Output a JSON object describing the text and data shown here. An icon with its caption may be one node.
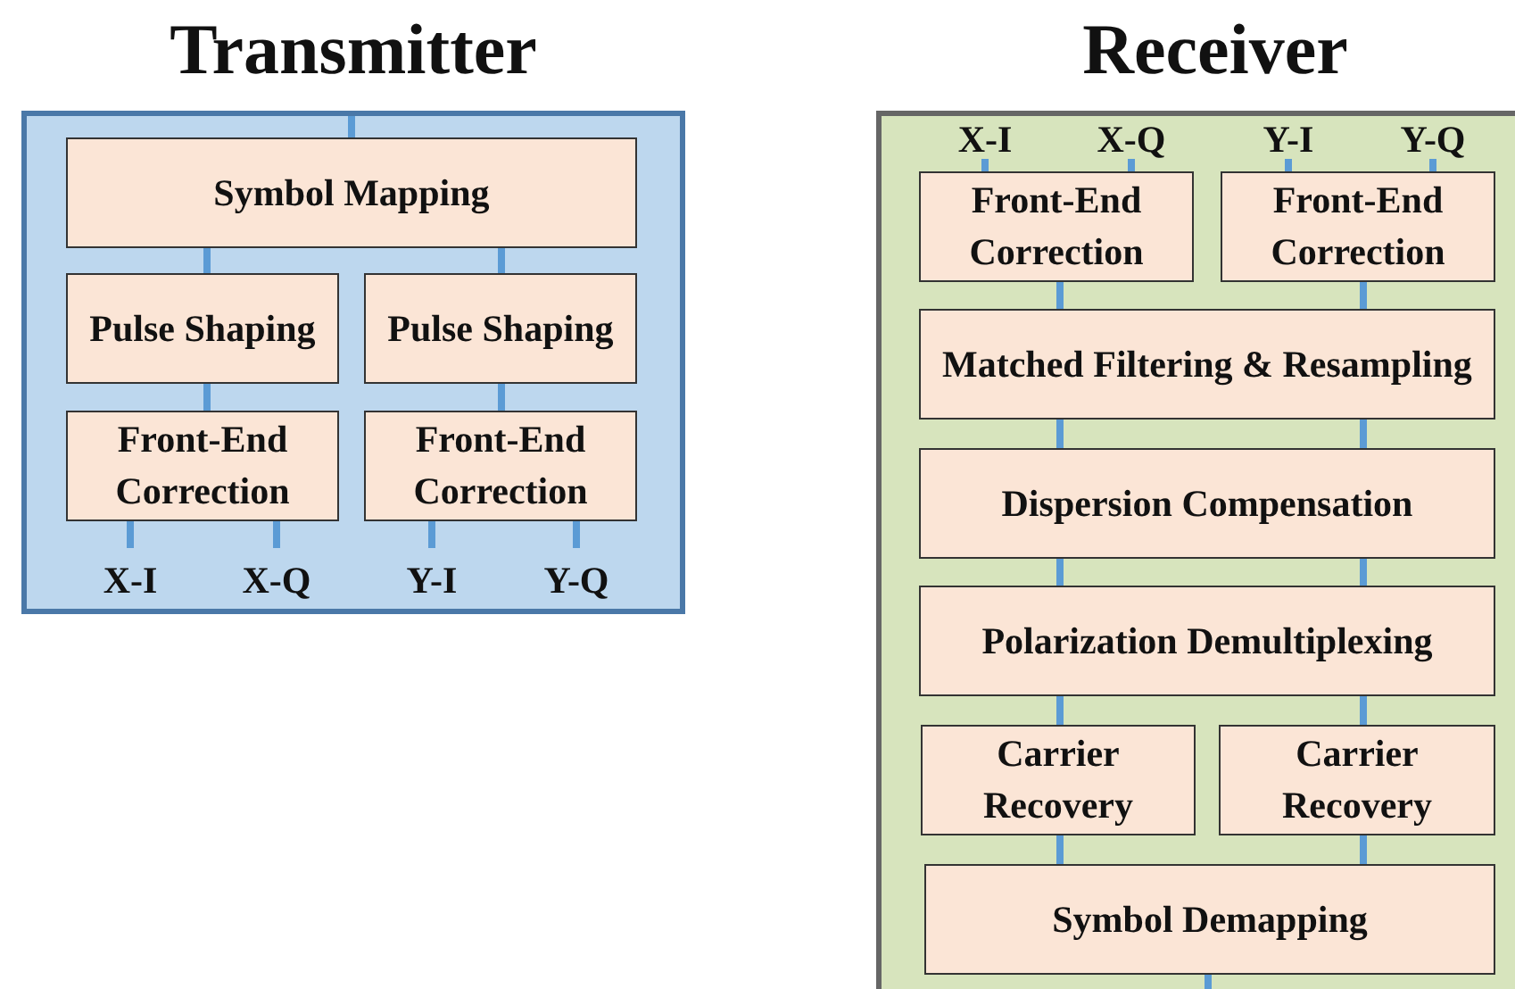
{
  "diagram": {
    "nodes": [
      {
        "text": [
          "Transmitter"
        ]
      },
      {
        "text": [
          "Symbol Mapping"
        ],
        "in": 0
      },
      {
        "text": [
          "Pulse Shaping"
        ],
        "in": 0
      },
      {
        "text": [
          "Pulse Shaping"
        ],
        "in": 0
      },
      {
        "text": [
          "Front-End Correction"
        ],
        "in": 0
      },
      {
        "text": [
          "Front-End Correction"
        ],
        "in": 0
      },
      {
        "text": [
          "X-I"
        ],
        "in": 0
      },
      {
        "text": [
          "X-Q"
        ],
        "in": 0
      },
      {
        "text": [
          "Y-I"
        ],
        "in": 0
      },
      {
        "text": [
          "Y-Q"
        ],
        "in": 0
      },
      {
        "text": [
          "Receiver"
        ]
      },
      {
        "text": [
          "X-I"
        ],
        "in": 10
      },
      {
        "text": [
          "X-Q"
        ],
        "in": 10
      },
      {
        "text": [
          "Y-I"
        ],
        "in": 10
      },
      {
        "text": [
          "Y-Q"
        ],
        "in": 10
      },
      {
        "text": [
          "Front-End Correction"
        ],
        "in": 10
      },
      {
        "text": [
          "Front-End Correction"
        ],
        "in": 10
      },
      {
        "text": [
          "Matched Filtering & Resampling"
        ],
        "in": 10
      },
      {
        "text": [
          "Dispersion Compensation"
        ],
        "in": 10
      },
      {
        "text": [
          "Polarization Demultiplexing"
        ],
        "in": 10
      },
      {
        "text": [
          "Carrier Recovery"
        ],
        "in": 10
      },
      {
        "text": [
          "Carrier Recovery"
        ],
        "in": 10
      },
      {
        "text": [
          "Symbol Demapping"
        ],
        "in": 10
      }
    ],
    "edges": [
      {
        "from": null,
        "to": 1,
        "arrow": "none"
      },
      {
        "from": 1,
        "to": 2,
        "arrow": "none"
      },
      {
        "from": 1,
        "to": 3,
        "arrow": "none"
      },
      {
        "from": 2,
        "to": 4,
        "arrow": "none"
      },
      {
        "from": 3,
        "to": 5,
        "arrow": "none"
      },
      {
        "from": 4,
        "to": 6,
        "arrow": "none"
      },
      {
        "from": 4,
        "to": 7,
        "arrow": "none"
      },
      {
        "from": 5,
        "to": 8,
        "arrow": "none"
      },
      {
        "from": 5,
        "to": 9,
        "arrow": "none"
      },
      {
        "from": 11,
        "to": 15,
        "arrow": "none"
      },
      {
        "from": 12,
        "to": 15,
        "arrow": "none"
      },
      {
        "from": 13,
        "to": 16,
        "arrow": "none"
      },
      {
        "from": 14,
        "to": 16,
        "arrow": "none"
      },
      {
        "from": 15,
        "to": 17,
        "arrow": "none"
      },
      {
        "from": 16,
        "to": 17,
        "arrow": "none"
      },
      {
        "from": 17,
        "to": 18,
        "arrow": "none"
      },
      {
        "from": 17,
        "to": 18,
        "arrow": "none"
      },
      {
        "from": 18,
        "to": 19,
        "arrow": "none"
      },
      {
        "from": 18,
        "to": 19,
        "arrow": "none"
      },
      {
        "from": 19,
        "to": 20,
        "arrow": "none"
      },
      {
        "from": 19,
        "to": 21,
        "arrow": "none"
      },
      {
        "from": 20,
        "to": 22,
        "arrow": "none"
      },
      {
        "from": 21,
        "to": 22,
        "arrow": "none"
      },
      {
        "from": 22,
        "to": null,
        "arrow": "none"
      }
    ]
  }
}
